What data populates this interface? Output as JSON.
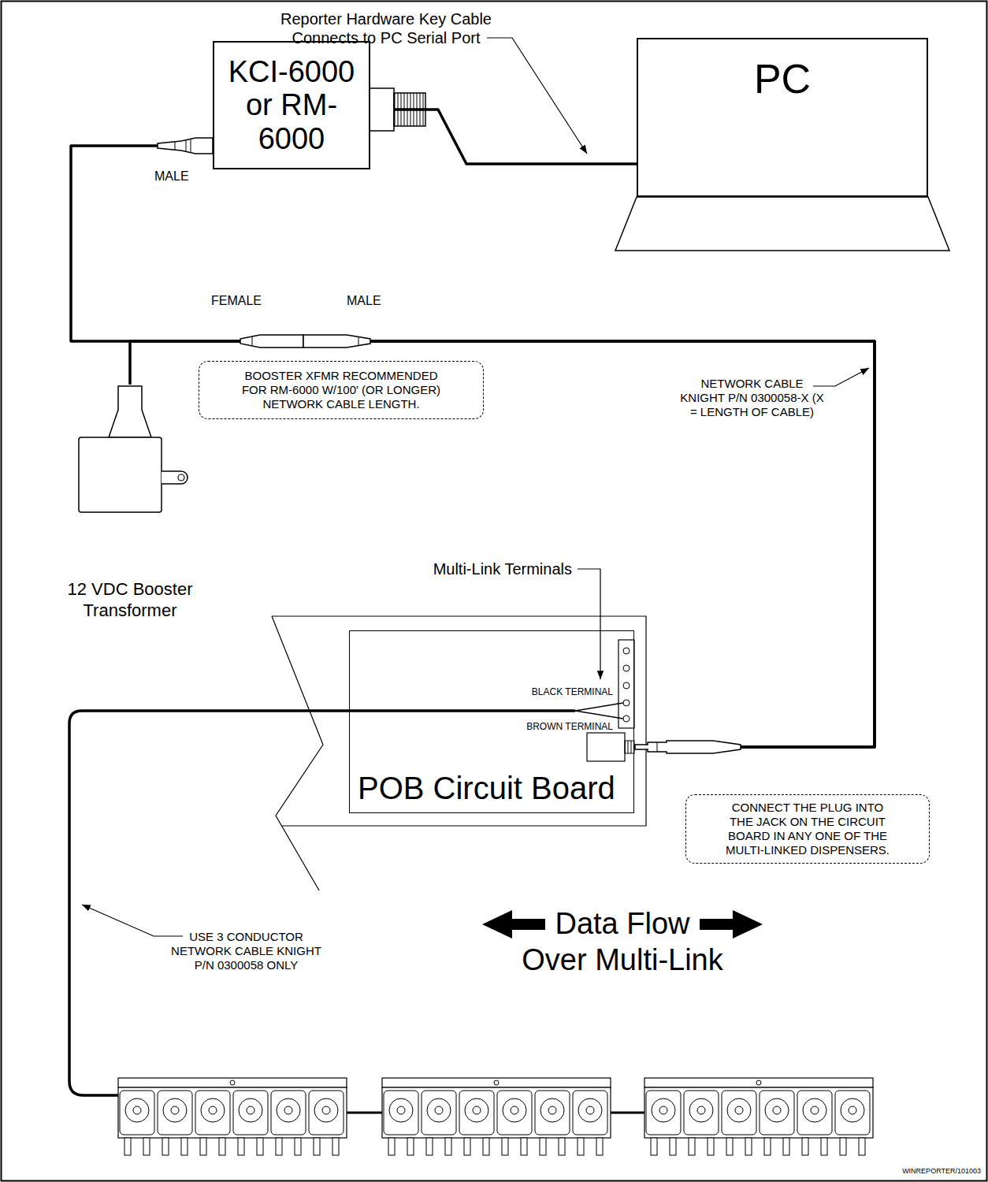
{
  "diagram": {
    "nodes": [
      {
        "text": [
          "KCI-6000 or RM-6000"
        ]
      },
      {
        "text": [
          "PC"
        ]
      },
      {
        "text": [
          "12 VDC Booster Transformer"
        ]
      },
      {
        "text": [
          "BOOSTER XFMR RECOMMENDED FOR RM-6000 W/100' (OR LONGER) NETWORK CABLE LENGTH."
        ]
      },
      {
        "text": [
          "POB Circuit Board"
        ]
      },
      {
        "text": [
          "CONNECT THE PLUG INTO THE JACK ON THE CIRCUIT BOARD IN ANY ONE OF THE MULTI-LINKED DISPENSERS."
        ]
      }
    ],
    "edges": [
      {
        "from": 0,
        "to": 1,
        "arrow": "none"
      },
      {
        "from": 0,
        "to": 4,
        "arrow": "none"
      },
      {
        "from": 2,
        "to": 4,
        "arrow": "none"
      }
    ],
    "labels": [
      "Reporter Hardware Key Cable Connects to PC Serial Port",
      "MALE",
      "FEMALE",
      "MALE",
      "NETWORK CABLE KNIGHT P/N 0300058-X (X = LENGTH OF CABLE)",
      "Multi-Link Terminals",
      "BLACK TERMINAL",
      "BROWN TERMINAL",
      "USE 3 CONDUCTOR NETWORK CABLE KNIGHT P/N 0300058 ONLY",
      "Data Flow Over Multi-Link",
      "WINREPORTER/101003"
    ]
  }
}
